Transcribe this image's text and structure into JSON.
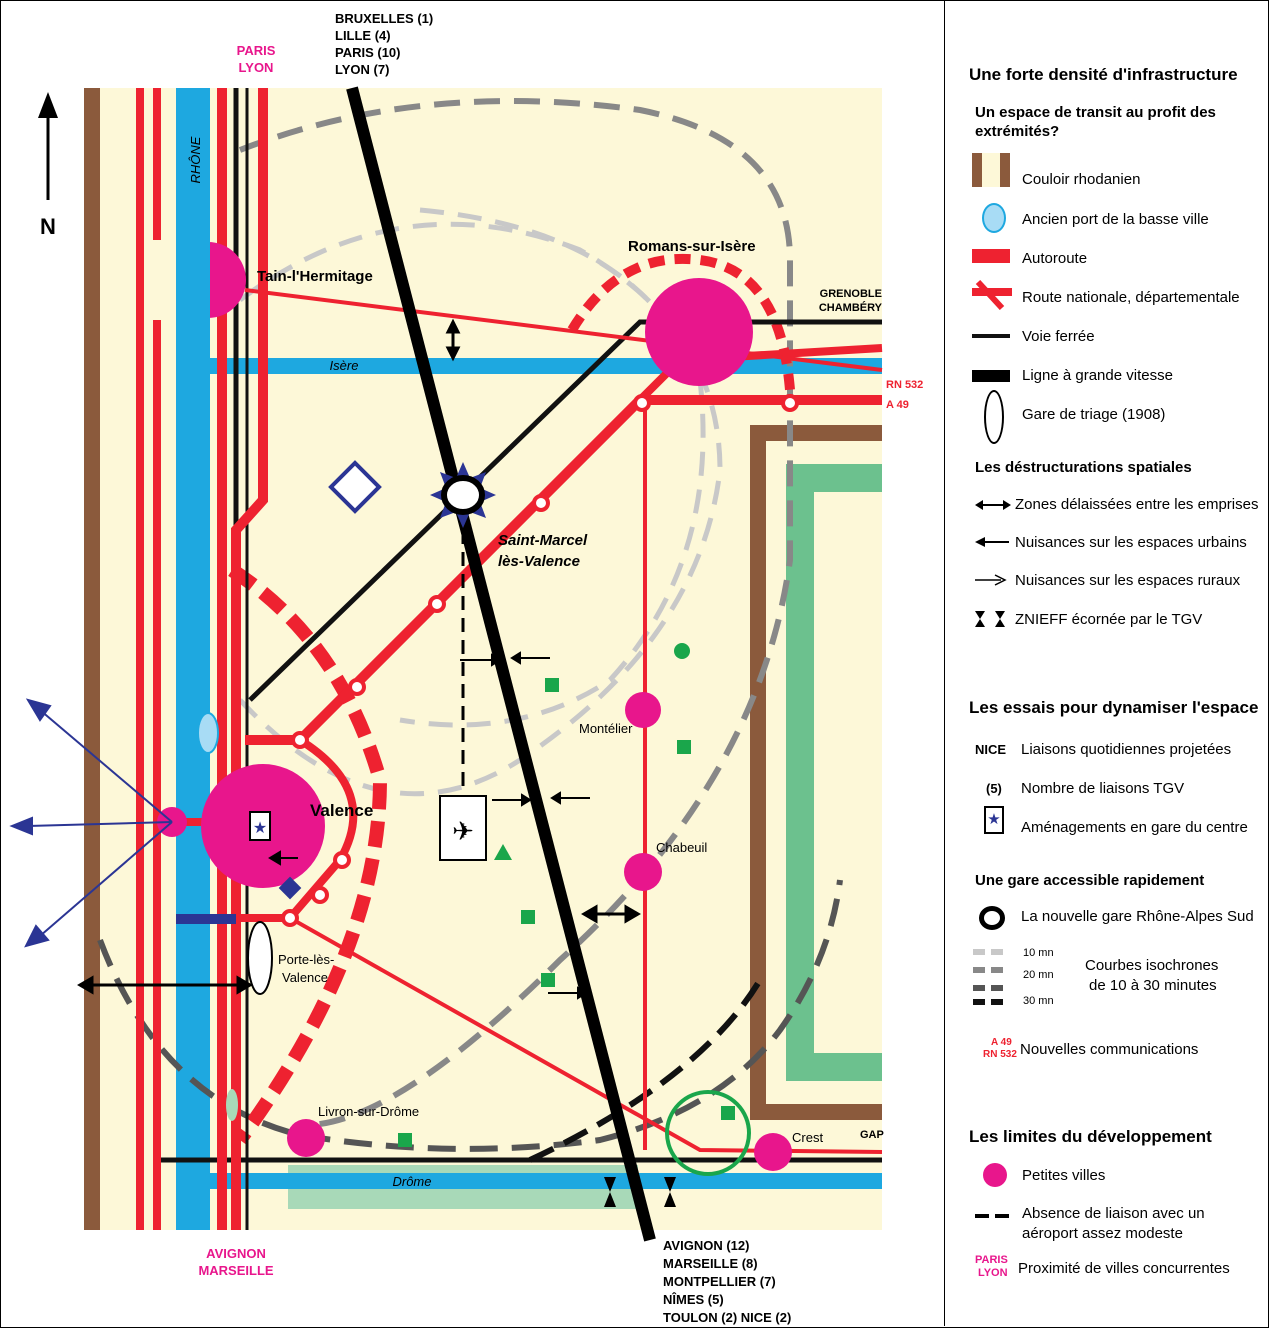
{
  "map": {
    "north": "N",
    "north_label_top": [
      "PARIS",
      "LYON"
    ],
    "north_label_bottom": [
      "AVIGNON",
      "MARSEILLE"
    ],
    "tgv_north": [
      "BRUXELLES (1)",
      "LILLE (4)",
      "PARIS (10)",
      "LYON (7)"
    ],
    "tgv_south": [
      "AVIGNON (12)",
      "MARSEILLE (8)",
      "MONTPELLIER (7)",
      "NÎMES (5)",
      "TOULON (2) NICE (2)"
    ],
    "rivers": {
      "rhone": "RHÔNE",
      "isere": "Isère",
      "drome": "Drôme"
    },
    "towns": {
      "tain": "Tain-l'Hermitage",
      "romans": "Romans-sur-Isère",
      "saint_marcel_1": "Saint-Marcel",
      "saint_marcel_2": "lès-Valence",
      "valence": "Valence",
      "montelier": "Montélier",
      "chabeuil": "Chabeuil",
      "porte_1": "Porte-lès-",
      "porte_2": "Valence",
      "livron": "Livron-sur-Drôme",
      "crest": "Crest"
    },
    "directions": {
      "grenoble": "GRENOBLE",
      "chambery": "CHAMBÉRY",
      "rn532": "RN 532",
      "a49": "A 49",
      "gap": "GAP"
    },
    "colors": {
      "background": "#fdf8d8",
      "couloir": "#8b5a3c",
      "river": "#1ea8e0",
      "autoroute": "#ee2230",
      "rail": "#111111",
      "pink": "#e8168c",
      "green": "#1aa64b",
      "navy": "#2b3594",
      "greenband": "#6cc18e"
    }
  },
  "legend": {
    "title1": "Une forte densité d'infrastructure",
    "sub1": "Un espace de transit au profit des extrémités?",
    "items1": [
      "Couloir rhodanien",
      "Ancien port de la basse ville",
      "Autoroute",
      "Route nationale, départementale",
      "Voie ferrée",
      "Ligne à grande vitesse",
      "Gare de triage (1908)"
    ],
    "sub2": "Les déstructurations spatiales",
    "items2": [
      "Zones délaissées entre les emprises",
      "Nuisances sur les espaces urbains",
      "Nuisances sur les espaces ruraux",
      "ZNIEFF écornée par le TGV"
    ],
    "title2": "Les essais pour dynamiser l'espace",
    "nice_symbol": "NICE",
    "five_symbol": "(5)",
    "items3": [
      "Liaisons quotidiennes projetées",
      "Nombre de liaisons TGV",
      "Aménagements en gare du centre"
    ],
    "sub3": "Une gare accessible rapidement",
    "items4": [
      "La nouvelle gare Rhône-Alpes Sud"
    ],
    "iso_labels": [
      "10 mn",
      "20 mn",
      "30 mn"
    ],
    "iso_desc": [
      "Courbes isochrones",
      "de 10 à 30 minutes"
    ],
    "newcomm_symbol": [
      "A 49",
      "RN 532"
    ],
    "newcomm": "Nouvelles communications",
    "title3": "Les limites du développement",
    "items5": [
      "Petites villes",
      "Absence de liaison avec un aéroport assez modeste",
      "Proximité de villes concurrentes"
    ],
    "paris_symbol": [
      "PARIS",
      "LYON"
    ]
  }
}
